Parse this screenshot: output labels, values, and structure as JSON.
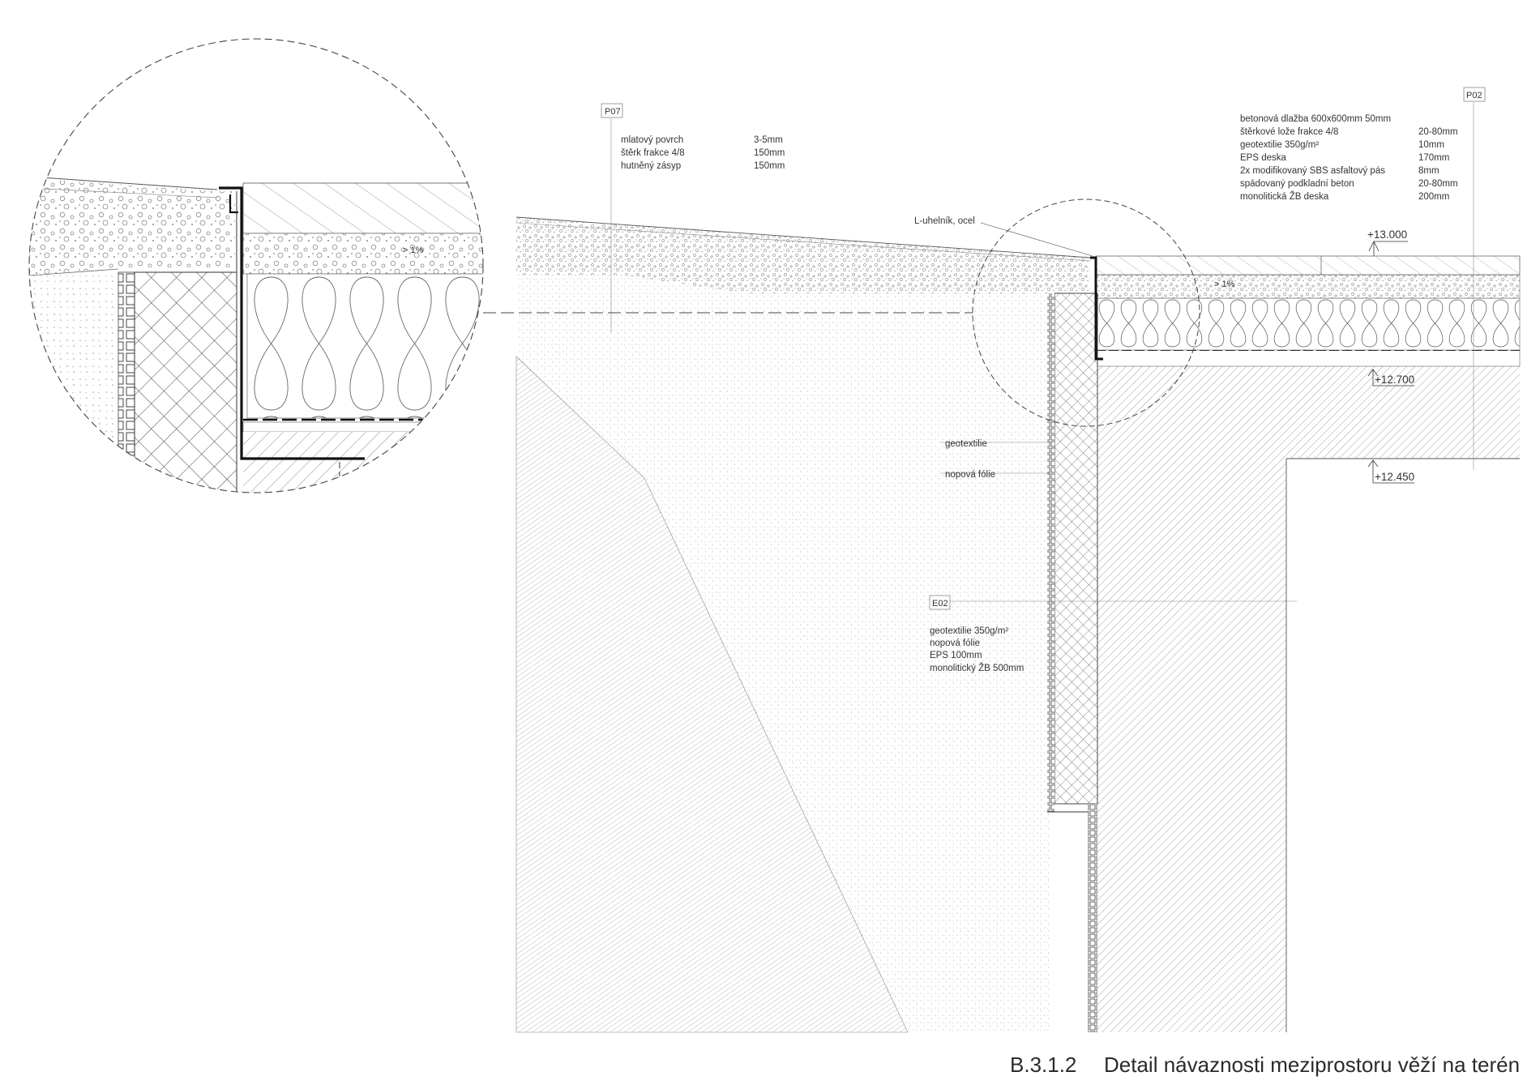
{
  "tags": {
    "p07": "P07",
    "p02": "P02",
    "e02": "E02"
  },
  "p07_layers": [
    {
      "name": "mlatový povrch",
      "thickness": "3-5mm"
    },
    {
      "name": "štěrk frakce 4/8",
      "thickness": "150mm"
    },
    {
      "name": "hutněný zásyp",
      "thickness": "150mm"
    }
  ],
  "p02_layers": [
    {
      "name": "betonová dlažba 600x600mm 50mm",
      "thickness": ""
    },
    {
      "name": "štěrkové lože frakce 4/8",
      "thickness": "20-80mm"
    },
    {
      "name": "geotextilie 350g/m²",
      "thickness": "10mm"
    },
    {
      "name": "EPS deska",
      "thickness": "170mm"
    },
    {
      "name": "2x modifikovaný SBS asfaltový pás",
      "thickness": "8mm"
    },
    {
      "name": "spádovaný podkladní beton",
      "thickness": "20-80mm"
    },
    {
      "name": "monolitická ŽB deska",
      "thickness": "200mm"
    }
  ],
  "e02_layers": [
    "geotextilie 350g/m²",
    "nopová fólie",
    "EPS 100mm",
    "monolitický ŽB 500mm"
  ],
  "callouts": {
    "l_angle": "L-uhelník, ocel",
    "geotextile": "geotextilie",
    "dimple_membrane": "nopová fólie"
  },
  "levels": {
    "top": "+13.000",
    "mid": "+12.700",
    "low": "+12.450"
  },
  "slope": {
    "main": "> 1%",
    "detail": "> 1%"
  },
  "caption": {
    "number": "B.3.1.2",
    "title": "Detail návaznosti meziprostoru věží na terén"
  }
}
